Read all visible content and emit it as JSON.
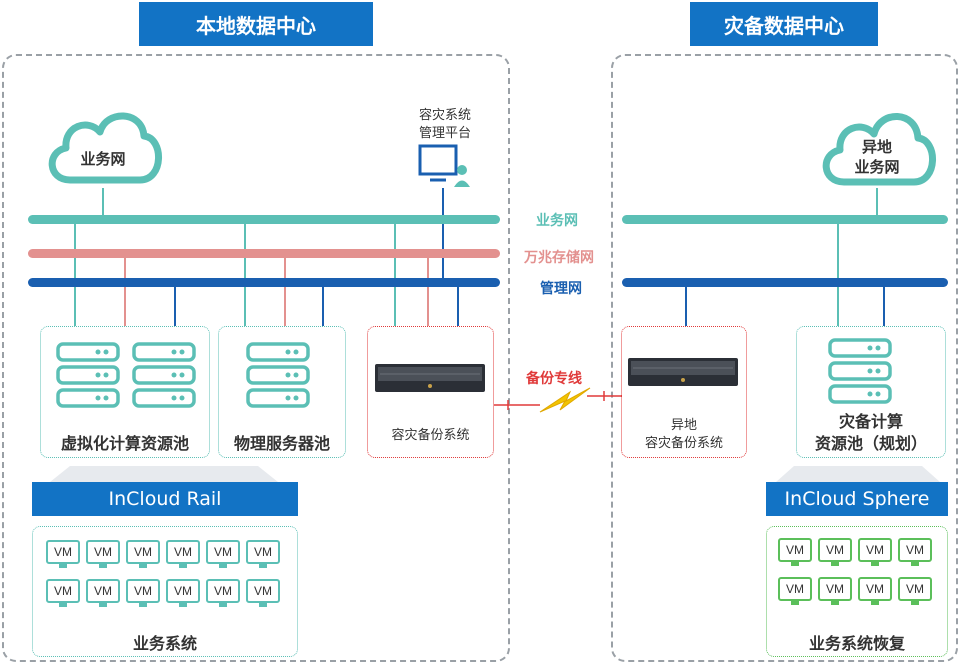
{
  "headers": {
    "local": "本地数据中心",
    "dr": "灾备数据中心"
  },
  "networks": {
    "business": "业务网",
    "storage": "万兆存储网",
    "management": "管理网"
  },
  "clouds": {
    "local": "业务网",
    "dr_line1": "异地",
    "dr_line2": "业务网"
  },
  "mgmt_platform": {
    "line1": "容灾系统",
    "line2": "管理平台"
  },
  "pools": {
    "virtual": "虚拟化计算资源池",
    "physical": "物理服务器池",
    "backup": "容灾备份系统",
    "dr_backup_line1": "异地",
    "dr_backup_line2": "容灾备份系统",
    "dr_compute_line1": "灾备计算",
    "dr_compute_line2": "资源池（规划）"
  },
  "link": "备份专线",
  "platforms": {
    "local": "InCloud Rail",
    "dr": "InCloud Sphere"
  },
  "vm_label": "VM",
  "systems": {
    "local": "业务系统",
    "dr": "业务系统恢复"
  },
  "colors": {
    "teal": "#5bbfb5",
    "pink": "#e3918f",
    "navy": "#1a5fb0",
    "blue": "#1273c5",
    "green": "#5bbf5a",
    "red": "#e03a3a"
  }
}
